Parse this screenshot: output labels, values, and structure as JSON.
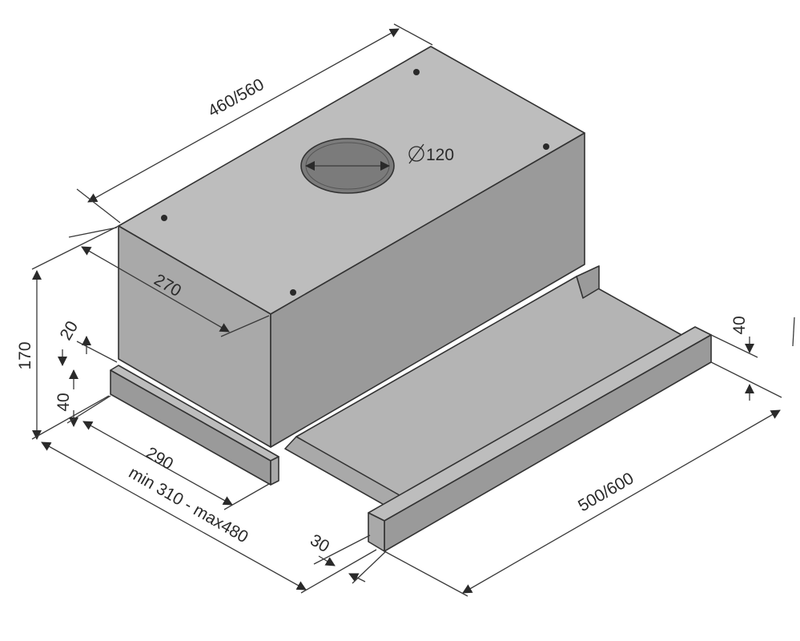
{
  "dimensions": {
    "depth_total": "460/560",
    "duct_diameter": "120",
    "body_width": "270",
    "height": "170",
    "top_gap": "20",
    "base_gap": "40",
    "base_width": "290",
    "installed_width": "min 310 - max480",
    "drawer_front_height": "40",
    "hood_length": "500/600",
    "drawer_front_depth": "30"
  },
  "colors": {
    "top": "#bdbdbd",
    "front": "#a9a9a9",
    "side": "#9a9a9a",
    "tray": "#b4b4b4",
    "opening": "#7b7b7b",
    "line": "#333333"
  }
}
